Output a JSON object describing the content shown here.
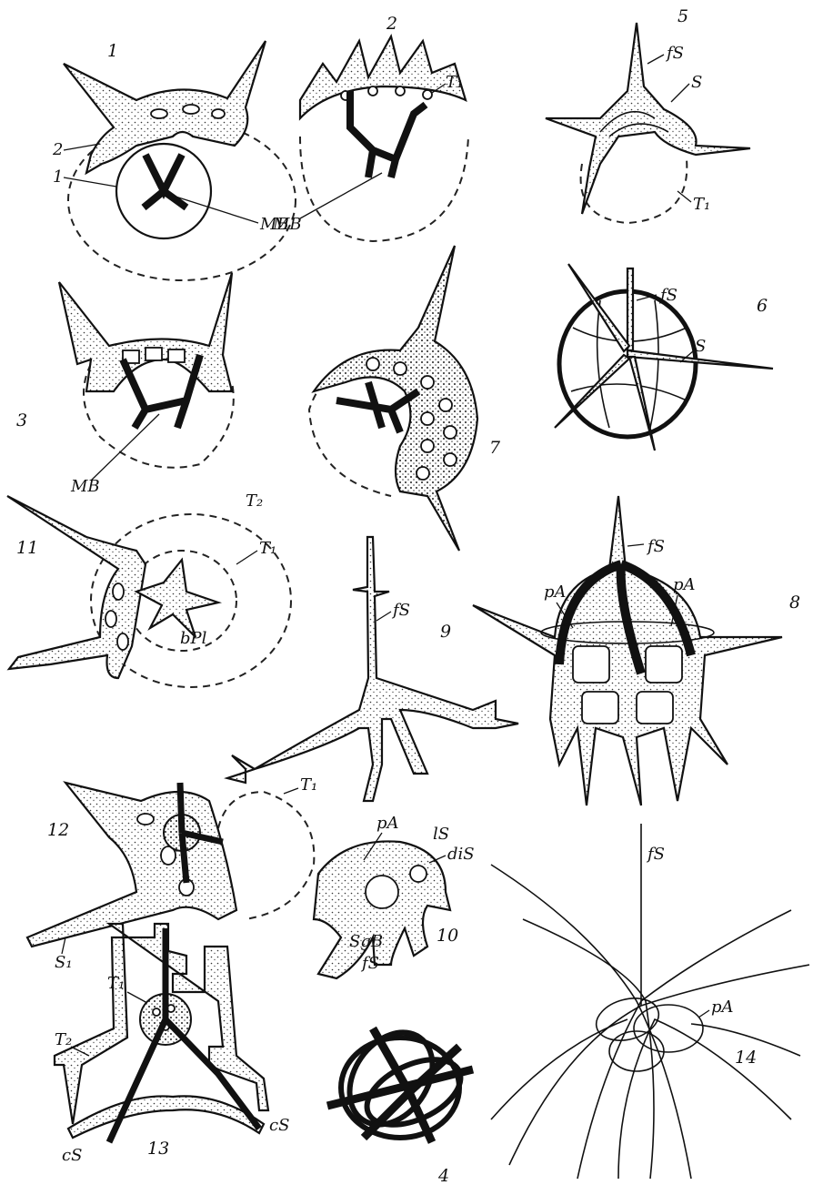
{
  "figures": [
    {
      "number": "1",
      "labels": [
        "2",
        "1",
        "MB"
      ]
    },
    {
      "number": "2",
      "labels": [
        "T₁",
        "MB"
      ]
    },
    {
      "number": "3",
      "labels": [
        "MB"
      ]
    },
    {
      "number": "4",
      "labels": []
    },
    {
      "number": "5",
      "labels": [
        "fS",
        "S",
        "T₁"
      ]
    },
    {
      "number": "6",
      "labels": [
        "fS",
        "S"
      ]
    },
    {
      "number": "7",
      "labels": []
    },
    {
      "number": "8",
      "labels": [
        "fS",
        "pA",
        "pA"
      ]
    },
    {
      "number": "9",
      "labels": [
        "fS"
      ]
    },
    {
      "number": "10",
      "labels": [
        "pA",
        "lS",
        "diS",
        "SgB",
        "fS"
      ]
    },
    {
      "number": "11",
      "labels": [
        "T₂",
        "T₁",
        "bPl"
      ]
    },
    {
      "number": "12",
      "labels": [
        "T₁",
        "S₁"
      ]
    },
    {
      "number": "13",
      "labels": [
        "T₁",
        "T₂",
        "cS",
        "cS"
      ]
    },
    {
      "number": "14",
      "labels": [
        "fS",
        "pA"
      ]
    }
  ]
}
